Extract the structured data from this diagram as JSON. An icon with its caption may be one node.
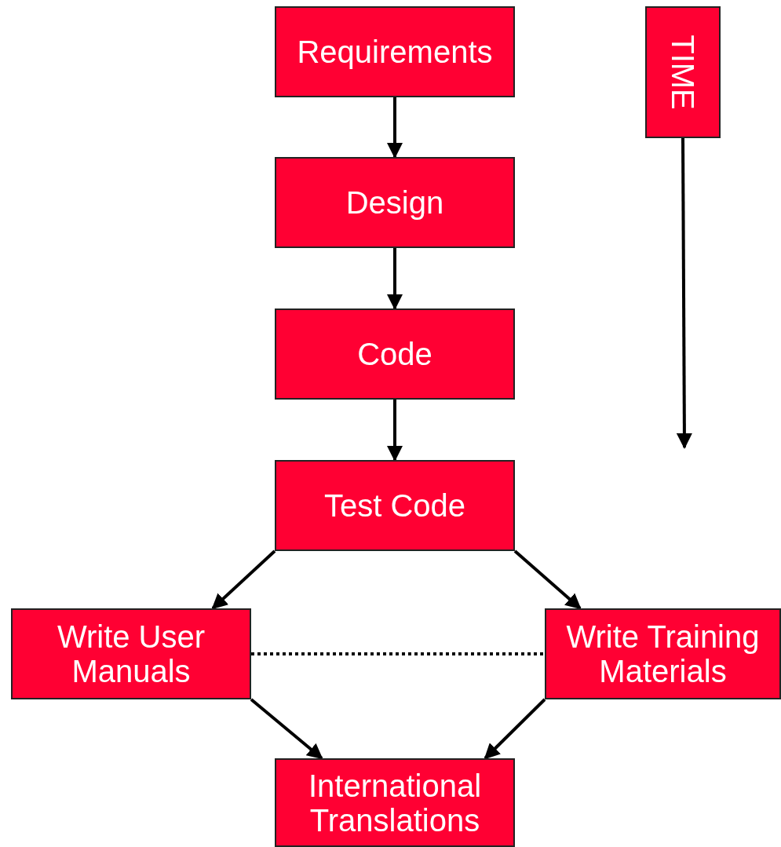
{
  "diagram": {
    "nodes": [
      {
        "text": [
          "Requirements"
        ]
      },
      {
        "text": [
          "Design"
        ]
      },
      {
        "text": [
          "Code"
        ]
      },
      {
        "text": [
          "Test Code"
        ]
      },
      {
        "text": [
          "Write User Manuals"
        ]
      },
      {
        "text": [
          "Write Training Materials"
        ]
      },
      {
        "text": [
          "International Translations"
        ]
      },
      {
        "text": [
          "TIME"
        ]
      }
    ],
    "edges": [
      {
        "from": 0,
        "to": 1,
        "arrow": "to"
      },
      {
        "from": 1,
        "to": 2,
        "arrow": "to"
      },
      {
        "from": 2,
        "to": 3,
        "arrow": "to"
      },
      {
        "from": 3,
        "to": 4,
        "arrow": "to"
      },
      {
        "from": 3,
        "to": 5,
        "arrow": "to"
      },
      {
        "from": 4,
        "to": 5,
        "arrow": "none",
        "style": "dashed"
      },
      {
        "from": 4,
        "to": 6,
        "arrow": "to"
      },
      {
        "from": 5,
        "to": 6,
        "arrow": "to"
      },
      {
        "from": 7,
        "to": null,
        "arrow": "to"
      }
    ]
  }
}
